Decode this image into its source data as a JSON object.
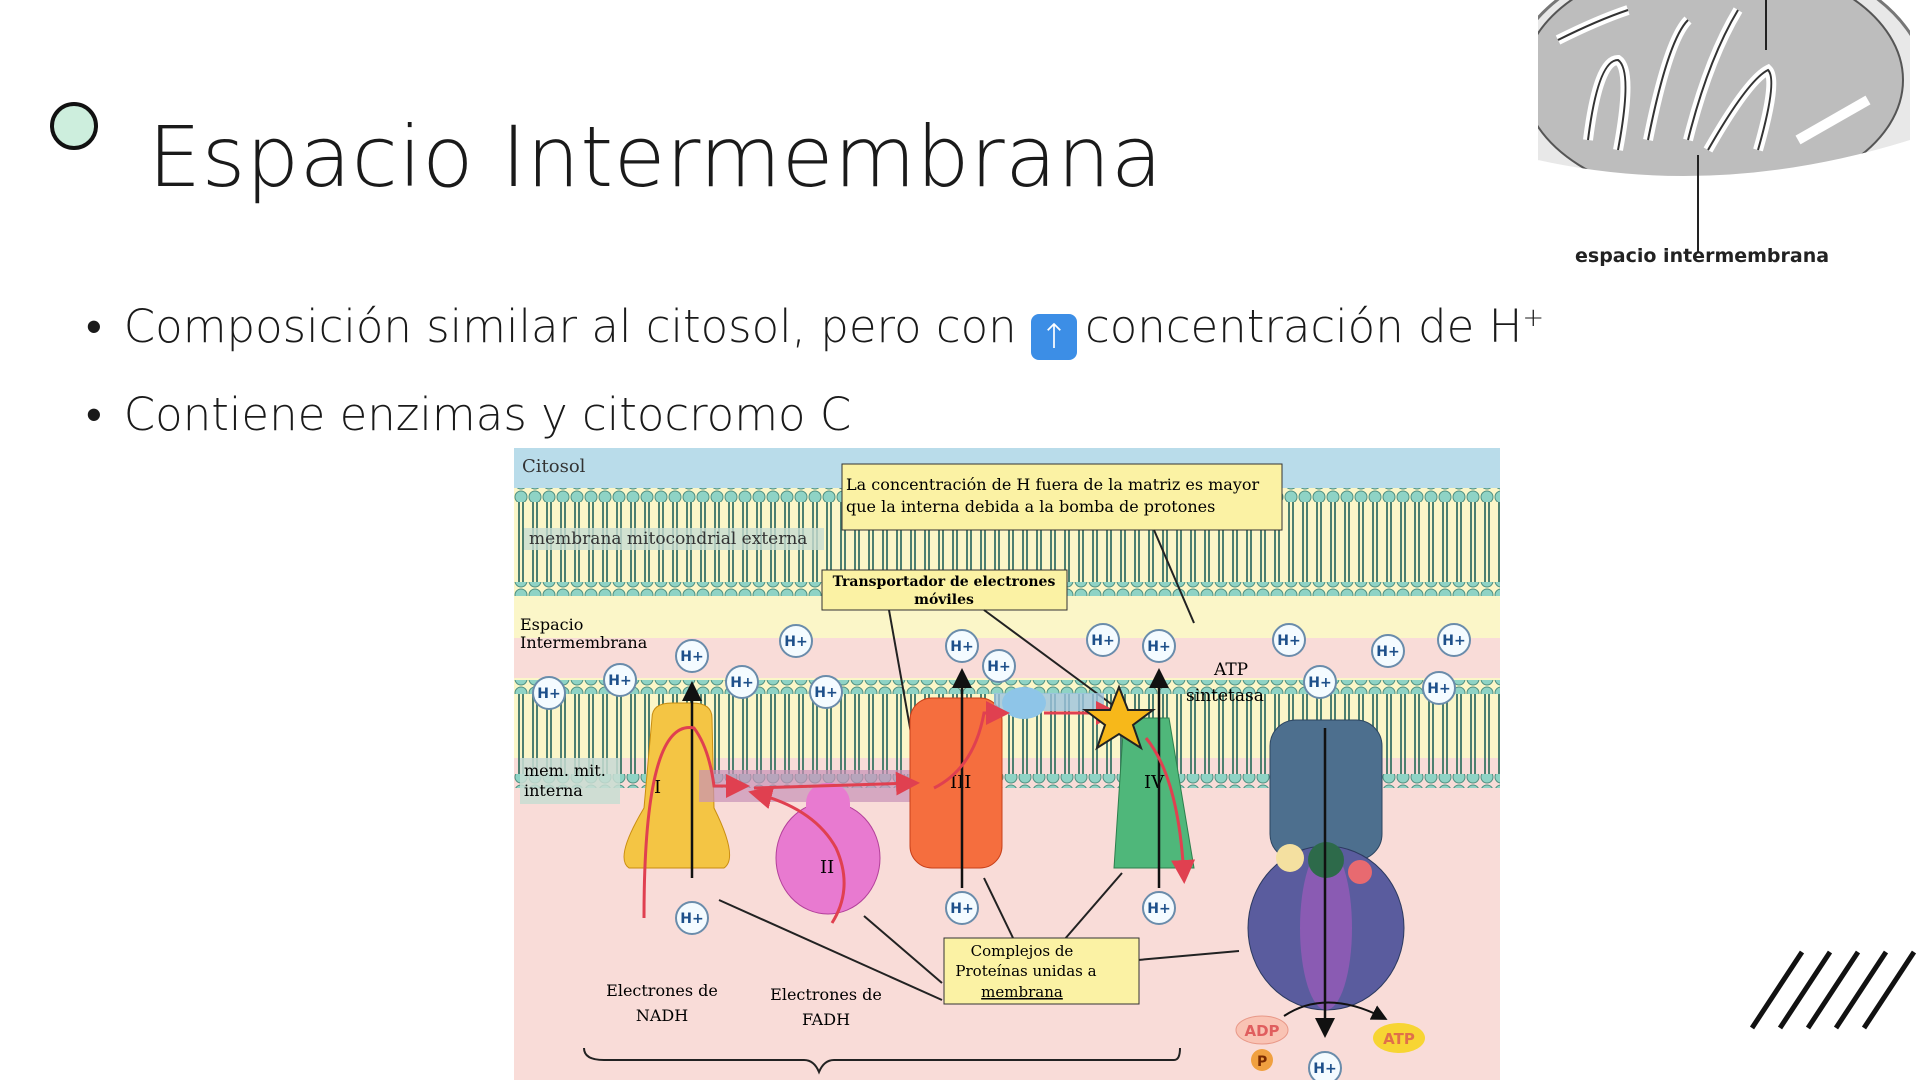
{
  "slide": {
    "title": "Espacio Intermembrana",
    "bullets": [
      {
        "before": "Composición similar al citosol, pero con ",
        "icon": "up-arrow-icon",
        "after": "concentración de H",
        "sup": "+"
      },
      {
        "text": "Contiene enzimas y citocromo C"
      }
    ]
  },
  "mito_image": {
    "label": "espacio intermembrana"
  },
  "diagram": {
    "citosol": "Citosol",
    "outer_membrane": "membrana mitocondrial externa",
    "callout_top": [
      "La concentración de H fuera de la matriz es mayor",
      "que la interna debida a la bomba de protones"
    ],
    "callout_transport": [
      "Transportador de electrones",
      "móviles"
    ],
    "space_label": [
      "Espacio",
      "Intermembrana"
    ],
    "inner_membrane": [
      "mem. mit.",
      "interna"
    ],
    "atp_synthase": [
      "ATP",
      "sintetasa"
    ],
    "complexes": [
      "I",
      "II",
      "III",
      "IV"
    ],
    "callout_complexes": [
      "Complejos de",
      "Proteínas unidas a",
      "membrana"
    ],
    "nadh": [
      "Electrones de",
      "NADH"
    ],
    "fadh": [
      "Electrones de",
      "FADH"
    ],
    "proton": "H+",
    "adp": "ADP",
    "pi": "P",
    "atp": "ATP",
    "colors": {
      "citosol": "#b9dcea",
      "membrane": "#6a9a8c",
      "space": "#fbf6c8",
      "matrix": "#f9dcd8",
      "callout": "#fbf2a4",
      "star": "#f7b81a"
    }
  }
}
